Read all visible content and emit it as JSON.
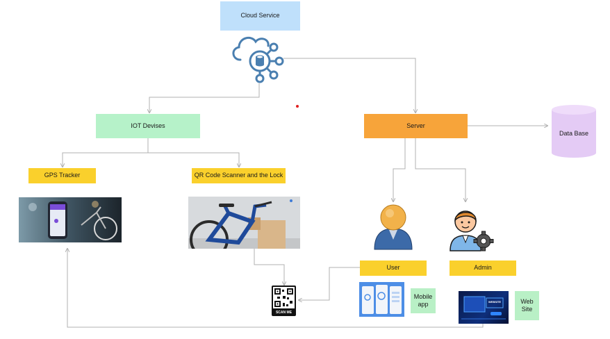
{
  "nodes": {
    "cloud_service": "Cloud Service",
    "iot_devises": "IOT Devises",
    "server": "Server",
    "database": "Data Base",
    "gps_tracker": "GPS Tracker",
    "qr_lock": "QR Code Scanner and the Lock",
    "user": "User",
    "admin": "Admin",
    "mobile_app": "Mobile app",
    "web_site": "Web Site"
  },
  "images": {
    "qr_caption": "SCAN ME",
    "website_banner": "WEBSITE"
  },
  "colors": {
    "cloud_box": "#bfe0fb",
    "iot_box": "#b6f2c9",
    "server_box": "#f7a43a",
    "label_yellow": "#fad02c",
    "database": "#e4cbf5",
    "connector": "#b0b0b0",
    "cloud_icon": "#4a7fb0"
  }
}
